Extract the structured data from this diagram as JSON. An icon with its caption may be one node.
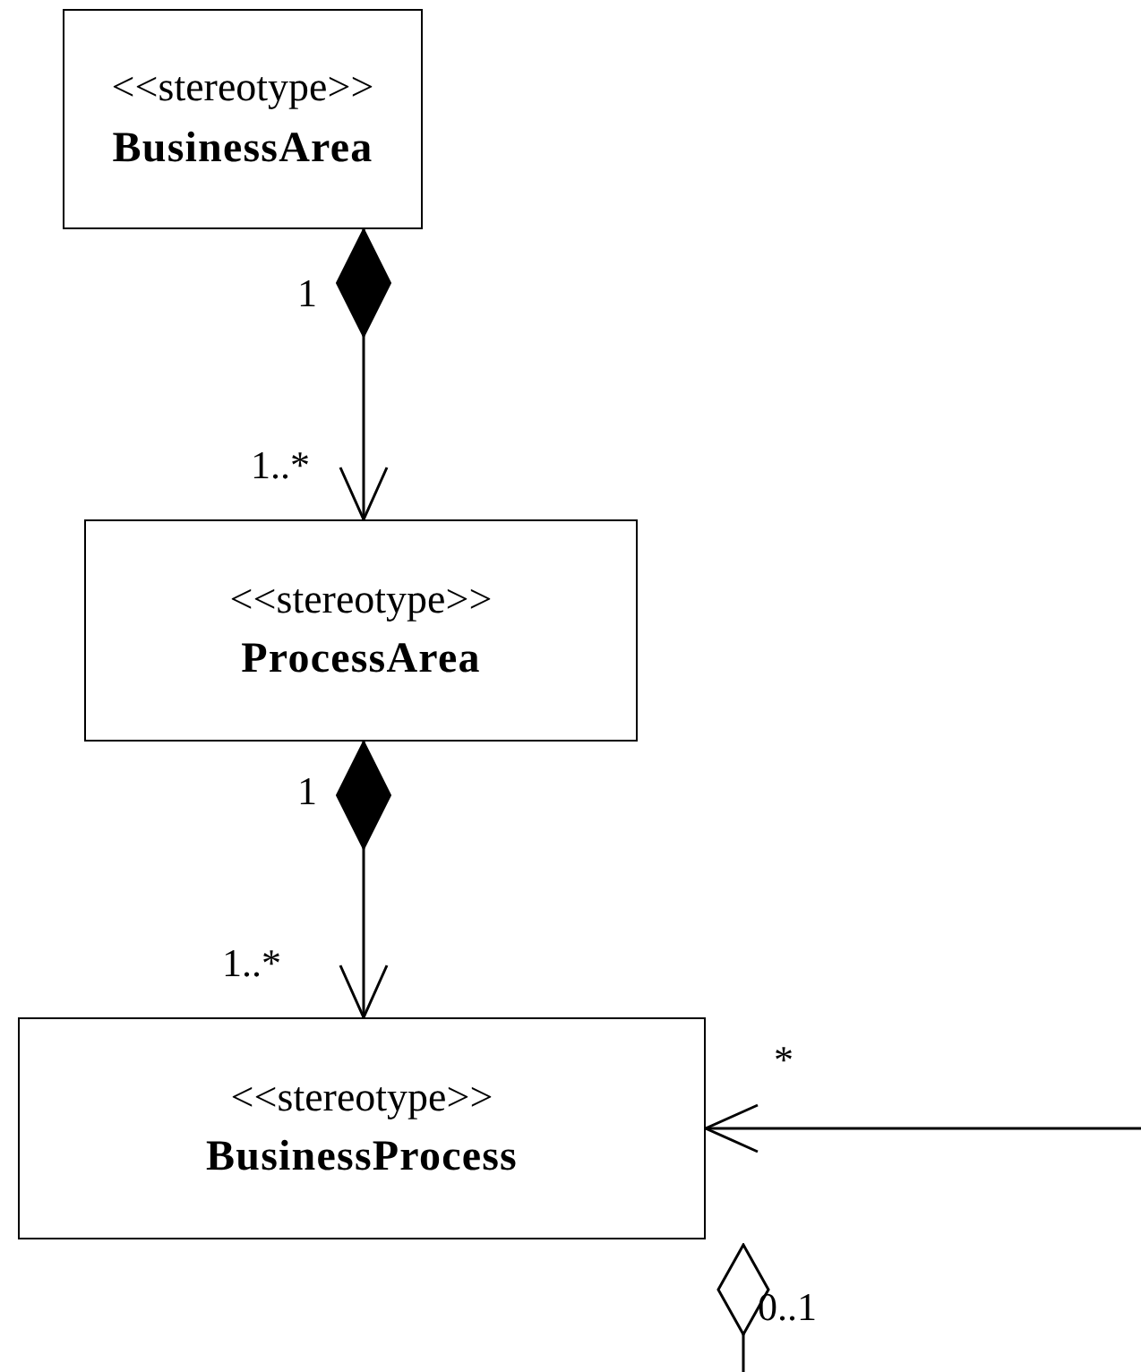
{
  "diagram": {
    "nodes": [
      {
        "text": [
          "<<stereotype>>",
          "BusinessArea"
        ]
      },
      {
        "text": [
          "<<stereotype>>",
          "ProcessArea"
        ]
      },
      {
        "text": [
          "<<stereotype>>",
          "BusinessProcess"
        ]
      }
    ],
    "edges": [
      {
        "from": 0,
        "to": 1,
        "arrow": "to"
      },
      {
        "from": 1,
        "to": 2,
        "arrow": "to"
      },
      {
        "from": null,
        "to": 2,
        "arrow": "to"
      },
      {
        "from": 2,
        "to": null,
        "arrow": "other"
      }
    ],
    "labels": [
      "1",
      "1..*",
      "1",
      "1..*",
      "*",
      "0..1"
    ]
  }
}
